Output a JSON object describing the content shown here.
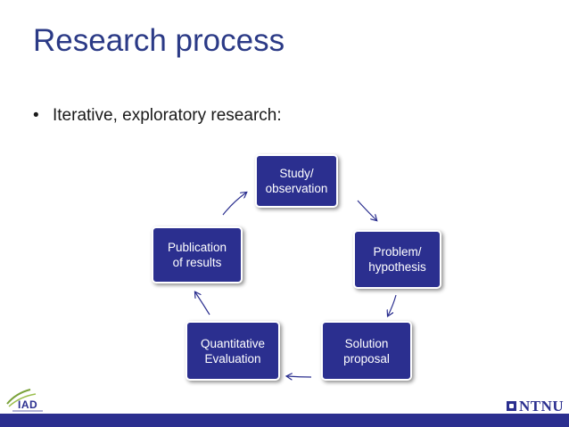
{
  "slide": {
    "title": "Research process",
    "bullet_marker": "•",
    "bullet": "Iterative, exploratory research:"
  },
  "cycle": {
    "nodes": [
      {
        "id": "study",
        "label": "Study/\nobservation"
      },
      {
        "id": "problem",
        "label": "Problem/\nhypothesis"
      },
      {
        "id": "solution",
        "label": "Solution\nproposal"
      },
      {
        "id": "quant",
        "label": "Quantitative\nEvaluation"
      },
      {
        "id": "pub",
        "label": "Publication\nof results"
      }
    ],
    "node_color": "#2b2f8f",
    "arrow_color": "#2b2f8f"
  },
  "footer": {
    "left_logo_text": "IAD",
    "right_logo_text": "NTNU",
    "bar_color": "#2b2f8f"
  }
}
